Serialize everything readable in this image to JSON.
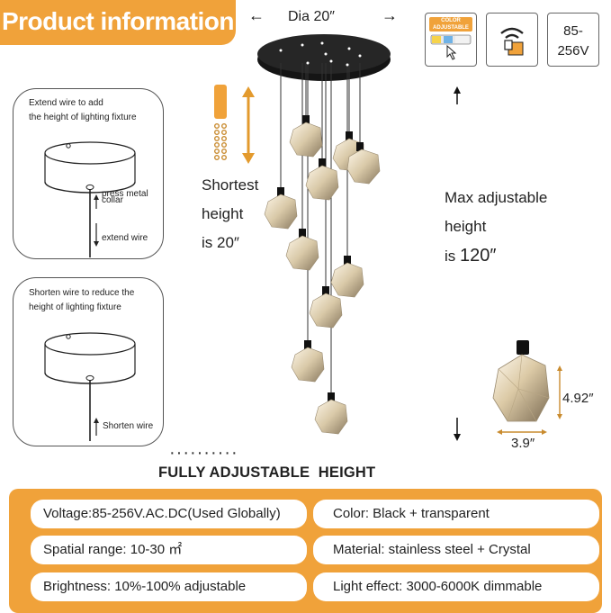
{
  "banner": {
    "title": "Product information"
  },
  "canopy": {
    "diameter_label": "Dia 20″"
  },
  "icons": {
    "color_adjustable": {
      "line1": "COLOR",
      "line2": "ADJUSTABLE",
      "icon": "color-adjust-icon"
    },
    "remote": {
      "icon": "wifi-remote-icon"
    },
    "voltage": {
      "line1": "85-",
      "line2": "256V"
    }
  },
  "extend_panel": {
    "title_line1": "Extend wire to add",
    "title_line2": "the height of lighting fixture",
    "note_press": "press metal",
    "note_collar": "collar",
    "note_extend": "extend wire"
  },
  "shorten_panel": {
    "title_line1": "Shorten wire to reduce the",
    "title_line2": "height of lighting fixture",
    "note_shorten": "Shorten wire"
  },
  "shortest": {
    "line1": "Shortest",
    "line2": "height",
    "line3": "is 20″"
  },
  "max_height": {
    "line1": "Max adjustable",
    "line2": "height",
    "line3_prefix": "is",
    "line3_value": "120″"
  },
  "pendant_dims": {
    "height": "4.92″",
    "width": "3.9″"
  },
  "fully": {
    "dots": "··········",
    "title": "FULLY ADJUSTABLE  HEIGHT"
  },
  "specs": [
    {
      "text": "Voltage:85-256V.AC.DC(Used Globally)"
    },
    {
      "text": "Color: Black + transparent"
    },
    {
      "text": "Spatial range: 10-30 ㎡"
    },
    {
      "text": "Material: stainless steel + Crystal"
    },
    {
      "text": "Brightness: 10%-100% adjustable"
    },
    {
      "text": "Light effect: 3000-6000K dimmable"
    }
  ],
  "colors": {
    "accent": "#f0a23a",
    "fixture": "#1a1a1a"
  }
}
